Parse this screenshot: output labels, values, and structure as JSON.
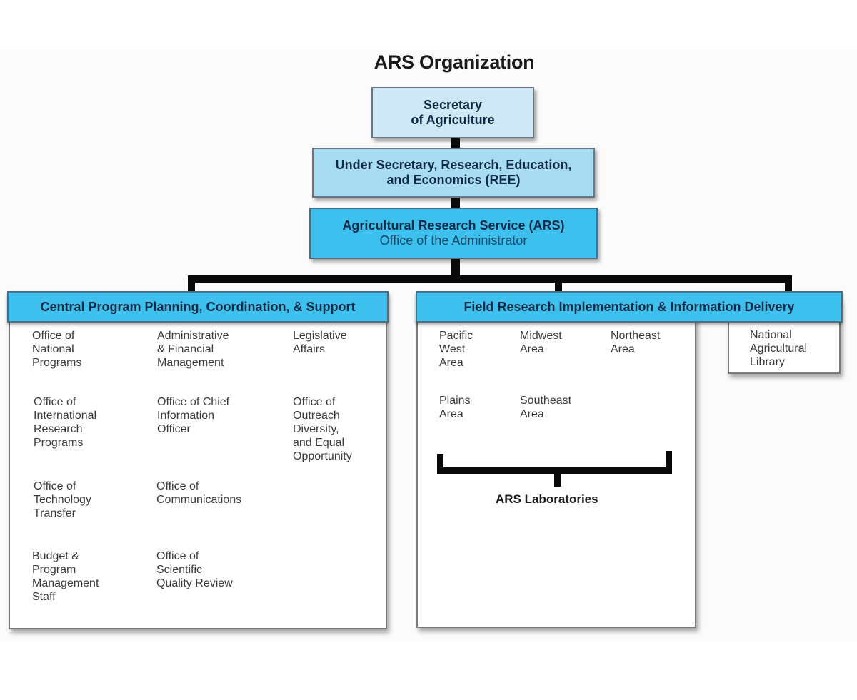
{
  "title": "ARS Organization",
  "hierarchy": {
    "secretary": "Secretary\nof Agriculture",
    "under_secretary": "Under Secretary, Research, Education,\nand Economics (REE)",
    "ars": {
      "name": "Agricultural Research Service (ARS)",
      "subtitle": "Office of the Administrator"
    }
  },
  "central": {
    "heading": "Central Program Planning, Coordination, & Support",
    "offices": [
      "Office of\nNational\nPrograms",
      "Administrative\n& Financial\nManagement",
      "Legislative\nAffairs",
      "Office of\nInternational\nResearch\nPrograms",
      "Office of Chief\nInformation\nOfficer",
      "Office of\nOutreach\nDiversity,\nand Equal\nOpportunity",
      "Office of\nTechnology\nTransfer",
      "Office of\nCommunications",
      "Budget &\nProgram\nManagement\nStaff",
      "Office of\nScientific\nQuality Review"
    ]
  },
  "field": {
    "heading": "Field Research Implementation & Information Delivery",
    "areas": [
      "Pacific\nWest\nArea",
      "Midwest\nArea",
      "Northeast\nArea",
      "Plains\nArea",
      "Southeast\nArea"
    ],
    "laboratories": "ARS Laboratories",
    "library": "National\nAgricultural\nLibrary"
  }
}
